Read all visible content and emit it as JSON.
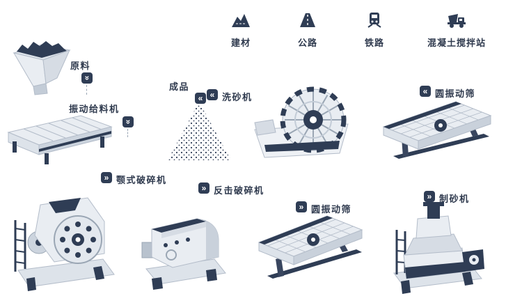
{
  "colors": {
    "accent_navy": "#2f3d55",
    "machine_light": "#e9edf2",
    "machine_mid": "#d6dce4",
    "machine_shade": "#c9d1db",
    "outline": "#b3bcc9",
    "label_text": "#2f3a4e",
    "background": "#ffffff"
  },
  "legend": {
    "items": [
      {
        "label": "建材",
        "icon": "building-materials-icon"
      },
      {
        "label": "公路",
        "icon": "highway-icon"
      },
      {
        "label": "铁路",
        "icon": "railway-icon"
      },
      {
        "label": "混凝土搅拌站",
        "icon": "concrete-mixing-plant-icon"
      }
    ]
  },
  "badge_glyphs": {
    "right": "»",
    "left": "«",
    "down": "»"
  },
  "nodes": [
    {
      "id": "raw-material",
      "label": "原料",
      "arrow": "down"
    },
    {
      "id": "vibrating-feeder",
      "label": "振动给料机",
      "arrow": "down"
    },
    {
      "id": "finished-product",
      "label": "成品",
      "arrow": "left"
    },
    {
      "id": "sand-washer",
      "label": "洗砂机",
      "arrow": "left"
    },
    {
      "id": "circular-vibrating-screen-top",
      "label": "圆振动筛",
      "arrow": "left"
    },
    {
      "id": "jaw-crusher",
      "label": "颚式破碎机",
      "arrow": "right"
    },
    {
      "id": "impact-crusher",
      "label": "反击破碎机",
      "arrow": "right"
    },
    {
      "id": "circular-vibrating-screen-bottom",
      "label": "圆振动筛",
      "arrow": "right"
    },
    {
      "id": "sand-maker",
      "label": "制砂机",
      "arrow": "right"
    }
  ]
}
